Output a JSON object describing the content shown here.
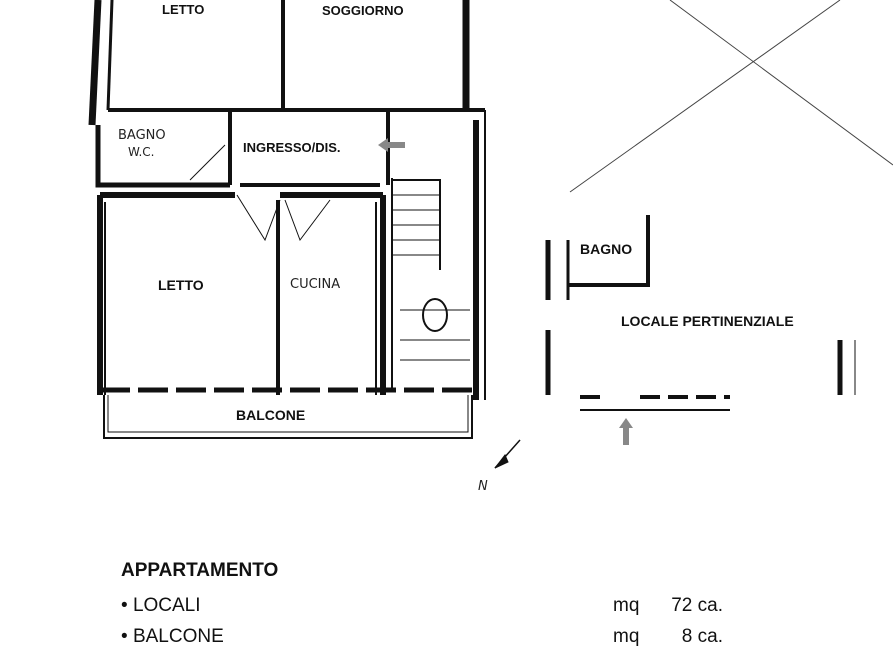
{
  "plan": {
    "rooms": {
      "letto_top": "LETTO",
      "soggiorno": "SOGGIORNO",
      "bagno_wc_1": "BAGNO",
      "bagno_wc_2": "W.C.",
      "ingresso": "INGRESSO/DIS.",
      "letto": "LETTO",
      "cucina": "CUCINA",
      "balcone": "BALCONE",
      "bagno": "BAGNO",
      "locale_pertinenziale": "LOCALE PERTINENZIALE"
    },
    "north_mark": "N"
  },
  "summary": {
    "title": "APPARTAMENTO",
    "items": [
      {
        "name": "LOCALI",
        "unit": "mq",
        "value": "72 ca."
      },
      {
        "name": "BALCONE",
        "unit": "mq",
        "value": "8 ca."
      }
    ]
  }
}
